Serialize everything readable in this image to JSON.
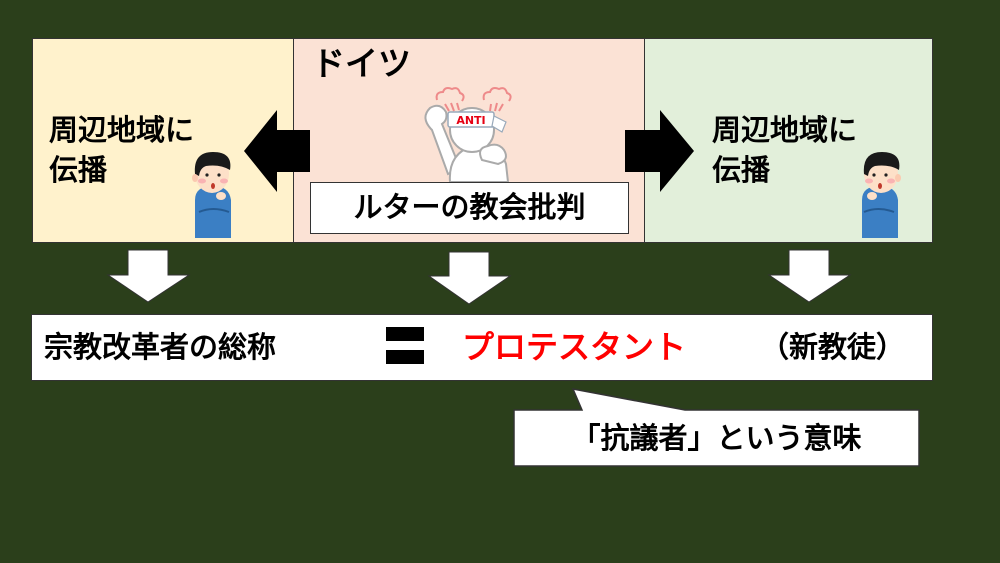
{
  "diagram": {
    "left_panel": {
      "text_line1": "周辺地域に",
      "text_line2": "伝播",
      "figure_icon": "thinking-man-icon",
      "color": "#fff2cc"
    },
    "center_panel": {
      "country_label": "ドイツ",
      "figure_icon": "protester-icon",
      "headband_text": "ANTI",
      "event_label": "ルターの教会批判",
      "color": "#fbe2d5"
    },
    "right_panel": {
      "text_line1": "周辺地域に",
      "text_line2": "伝播",
      "figure_icon": "thinking-man-icon",
      "color": "#e2efda"
    },
    "arrows": {
      "left": "arrow-left-icon",
      "right": "arrow-right-icon",
      "down": "arrow-down-icon"
    },
    "result": {
      "term": "宗教改革者の総称",
      "equals_icon": "equals-icon",
      "name": "プロテスタント",
      "name_color": "#ff0000",
      "gloss": "（新教徒）"
    },
    "callout": {
      "text": "「抗議者」という意味"
    },
    "background_color": "#2b3f1b"
  }
}
